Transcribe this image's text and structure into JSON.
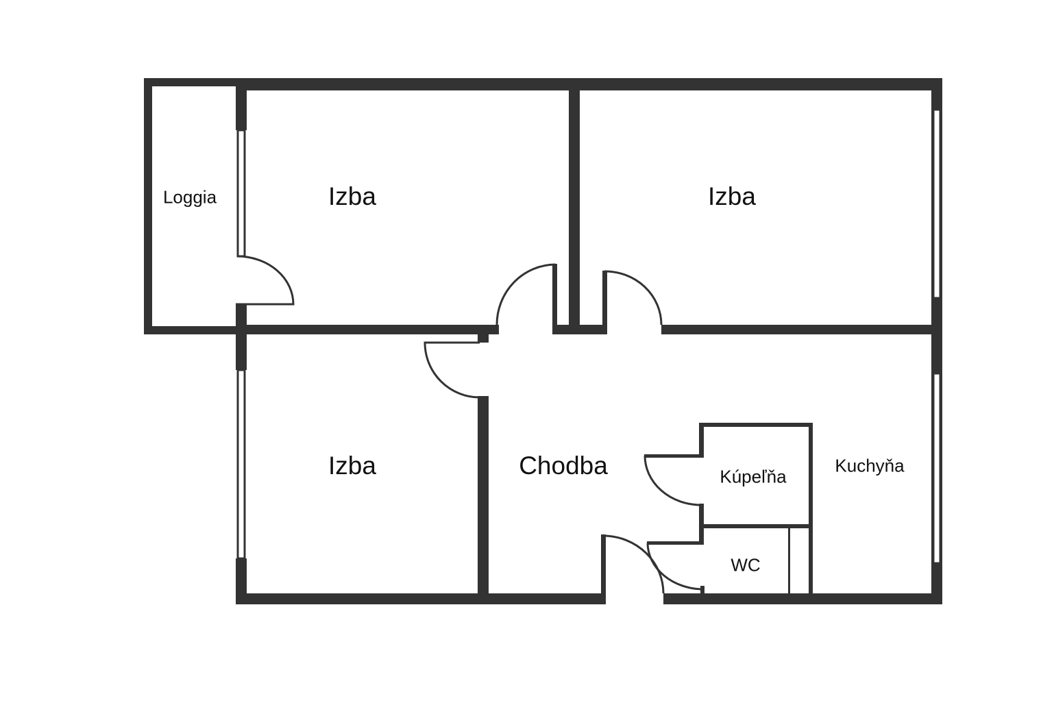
{
  "plan": {
    "wall_color": "#333333",
    "rooms": {
      "loggia": "Loggia",
      "izba_top_left": "Izba",
      "izba_top_right": "Izba",
      "izba_bottom": "Izba",
      "chodba": "Chodba",
      "kupelna": "Kúpeľňa",
      "kuchyna": "Kuchyňa",
      "wc": "WC"
    }
  }
}
